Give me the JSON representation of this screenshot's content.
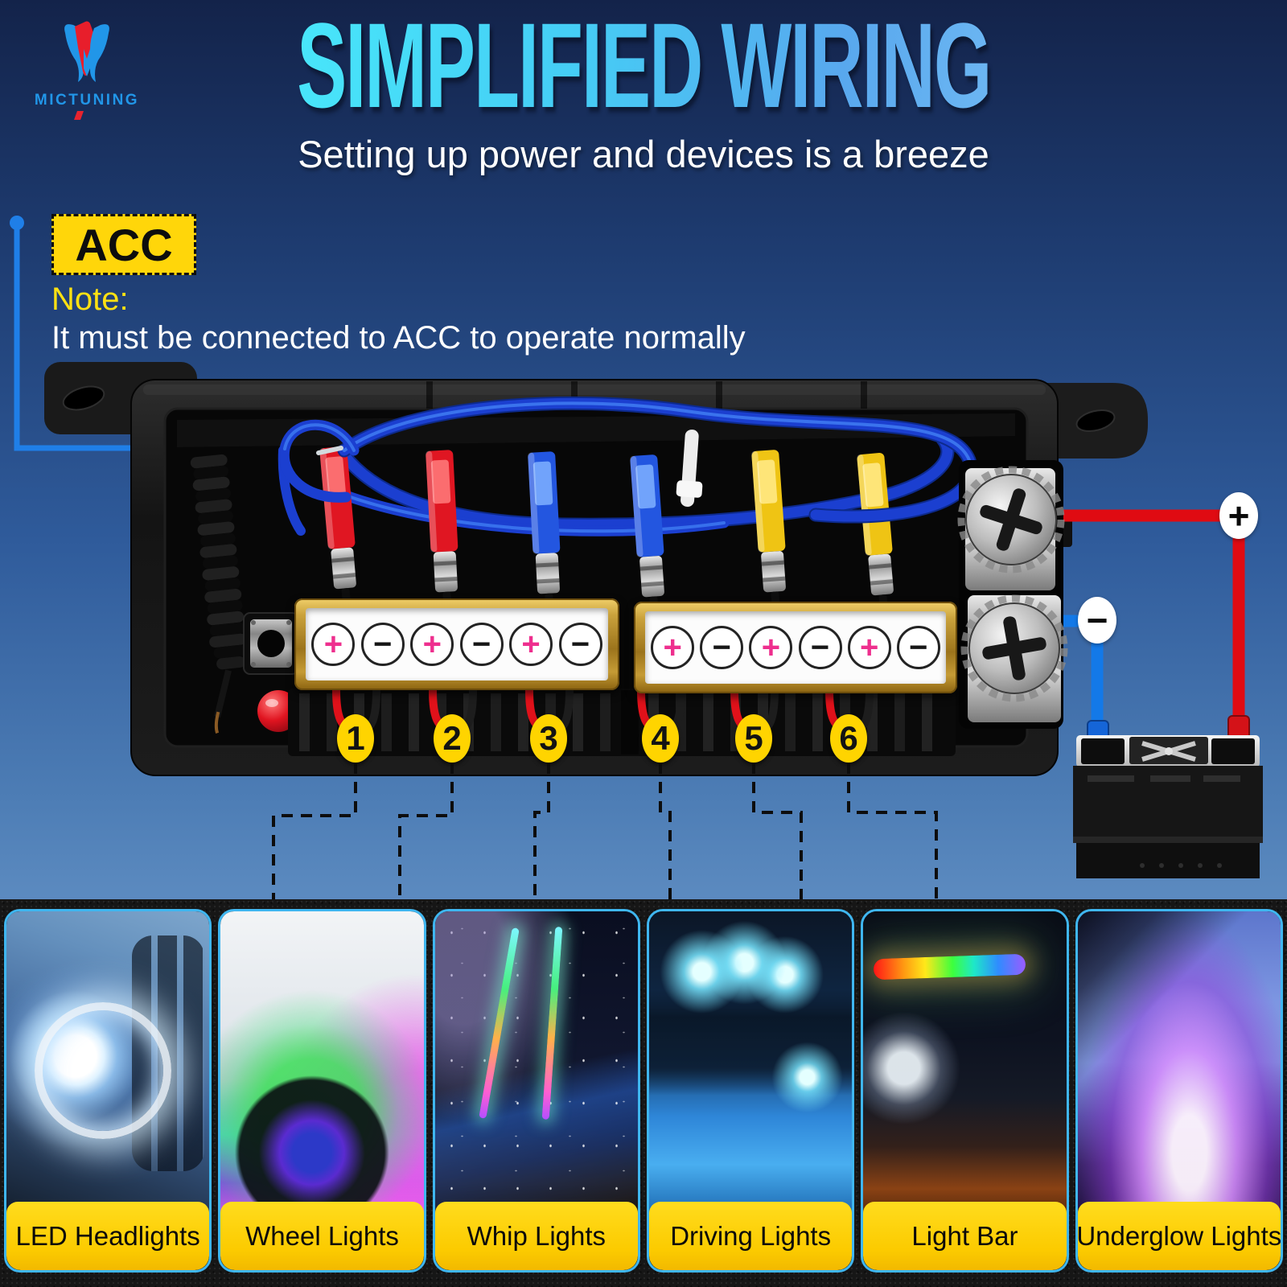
{
  "brand": {
    "name": "MICTUNING"
  },
  "header": {
    "title": "SIMPLIFIED WIRING",
    "subtitle": "Setting up power and devices is a breeze"
  },
  "acc": {
    "label": "ACC",
    "note_label": "Note:",
    "note_text": "It must be connected to ACC to operate normally"
  },
  "fuse_box": {
    "terminal_strips": [
      {
        "name": "strip-a",
        "symbols": [
          "+",
          "−",
          "+",
          "−",
          "+",
          "−"
        ]
      },
      {
        "name": "strip-b",
        "symbols": [
          "+",
          "−",
          "+",
          "−",
          "+",
          "−"
        ]
      }
    ],
    "circuit_numbers": [
      "1",
      "2",
      "3",
      "4",
      "5",
      "6"
    ]
  },
  "battery": {
    "positive_label": "+",
    "negative_label": "−"
  },
  "panels": {
    "items": [
      {
        "label": "LED Headlights",
        "image": "led-headlights"
      },
      {
        "label": "Wheel Lights",
        "image": "wheel-lights"
      },
      {
        "label": "Whip Lights",
        "image": "whip-lights"
      },
      {
        "label": "Driving Lights",
        "image": "driving-lights"
      },
      {
        "label": "Light Bar",
        "image": "light-bar"
      },
      {
        "label": "Underglow Lights",
        "image": "underglow-lights"
      }
    ]
  },
  "colors": {
    "accent_cyan": "#45cdf5",
    "label_yellow": "#ffd400",
    "wire_red": "#e00b12",
    "wire_blue": "#1379e8",
    "acc_line_blue": "#1f7fe8",
    "fuse_red": "#e01622",
    "fuse_blue": "#2356e0",
    "fuse_yellow": "#efc414",
    "terminal_positive_pink": "#ee2f8e"
  }
}
